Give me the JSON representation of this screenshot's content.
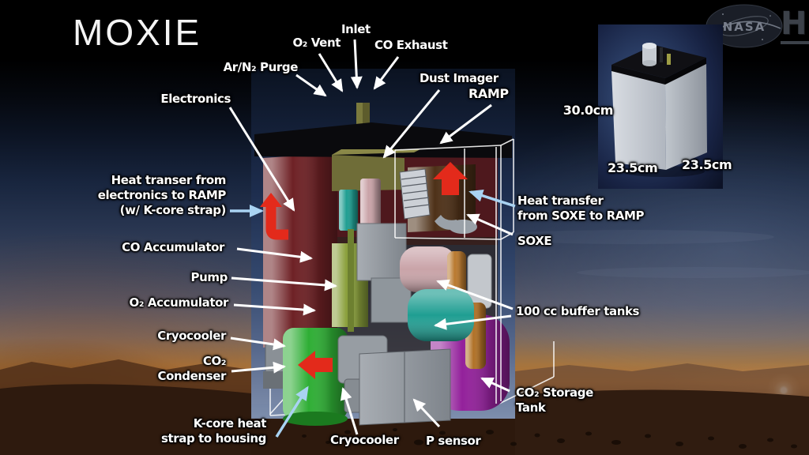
{
  "title": "MOXIE",
  "branding": {
    "nasa_logo": "NASA",
    "channel_letter": "H"
  },
  "inset": {
    "height": "30.0cm",
    "width_left": "23.5cm",
    "width_right": "23.5cm"
  },
  "callouts": {
    "ar_n2_purge": "Ar/N₂ Purge",
    "o2_vent": "O₂ Vent",
    "inlet": "Inlet",
    "co_exhaust": "CO Exhaust",
    "dust_imager": "Dust Imager",
    "ramp": "RAMP",
    "electronics": "Electronics",
    "heat_electronics": "Heat transer from\nelectronics to RAMP\n(w/ K-core strap)",
    "co_accumulator": "CO Accumulator",
    "pump": "Pump",
    "o2_accumulator": "O₂ Accumulator",
    "cryocooler_left": "Cryocooler",
    "co2_condenser": "CO₂\nCondenser",
    "k_core_strap": "K-core heat\nstrap to housing",
    "cryocooler_bottom": "Cryocooler",
    "p_sensor": "P sensor",
    "co2_storage": "CO₂ Storage\nTank",
    "heat_soxe": "Heat transfer\nfrom SOXE to RAMP",
    "soxe": "SOXE",
    "buffer_tanks": "100 cc buffer tanks"
  },
  "colors": {
    "heat_arrow_red": "#e32a1b",
    "callout_blue": "#a9d3f2",
    "callout_white": "#ffffff",
    "electronics_maroon": "#6e2125",
    "cryocooler_green": "#2fae35",
    "storage_purple": "#93219b",
    "buffer_teal": "#1f9e92",
    "buffer_rose": "#c9a3a8",
    "soxe_brown": "#4e3118",
    "panel_navy": "#1b2b4a",
    "horizon_orange": "#b5722f"
  }
}
